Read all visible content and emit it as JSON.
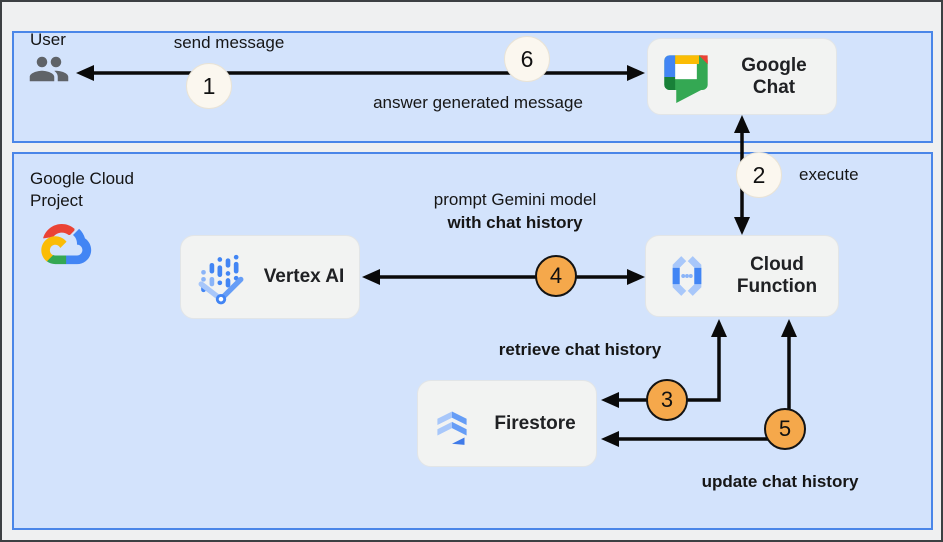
{
  "diagram": {
    "zones": {
      "user_zone_label": "User",
      "cloud_zone_label": "Google Cloud Project"
    },
    "nodes": {
      "google_chat": "Google Chat",
      "vertex_ai": "Vertex AI",
      "cloud_function": "Cloud Function",
      "firestore": "Firestore"
    },
    "edge_labels": {
      "send_message": "send message",
      "answer_generated": "answer generated message",
      "execute": "execute",
      "prompt_line1": "prompt Gemini model",
      "prompt_line2": "with chat history",
      "retrieve_history": "retrieve chat history",
      "update_history": "update chat history"
    },
    "step_badges": {
      "s1": "1",
      "s2": "2",
      "s3": "3",
      "s4": "4",
      "s5": "5",
      "s6": "6"
    },
    "icons": {
      "user": "user-group-icon",
      "cloud": "google-cloud-logo",
      "chat": "google-chat-icon",
      "vertex": "vertex-ai-icon",
      "functions": "cloud-functions-icon",
      "firestore": "firestore-icon"
    },
    "colors": {
      "zone_fill": "#d3e3fc",
      "zone_border": "#4a86e8",
      "node_fill": "#f2f3f2",
      "badge_light_fill": "#fbf7ef",
      "badge_orange_fill": "#f5a84b",
      "arrow": "#0a0a0a"
    }
  }
}
